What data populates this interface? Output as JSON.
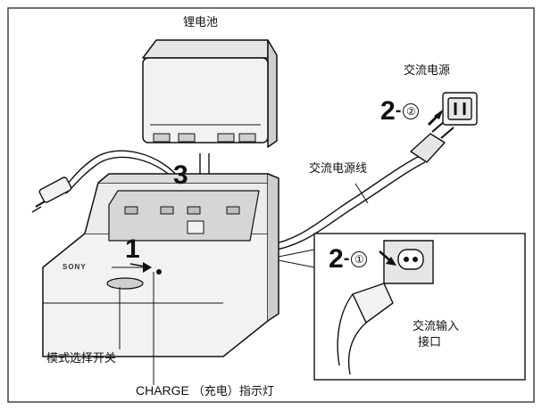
{
  "labels": {
    "battery": "锂电池",
    "ac_power": "交流电源",
    "ac_cord": "交流电源线",
    "ac_input_line1": "交流输入",
    "ac_input_line2": "接口",
    "mode_switch": "模式选择开关",
    "charge_prefix": "CHARGE",
    "charge_paren": "（充电）",
    "charge_suffix": "指示灯",
    "brand": "SONY"
  },
  "steps": {
    "step1": "1",
    "step3": "3",
    "step2_plug_num": "2",
    "step2_plug_dash": "-",
    "step2_plug_circ": "②",
    "step2_cord_num": "2",
    "step2_cord_dash": "-",
    "step2_cord_circ": "①"
  },
  "colors": {
    "line": "#111111",
    "frame": "#444444",
    "body_fill": "#f2f2f2",
    "shade": "#cfcfcf",
    "background": "#ffffff"
  }
}
